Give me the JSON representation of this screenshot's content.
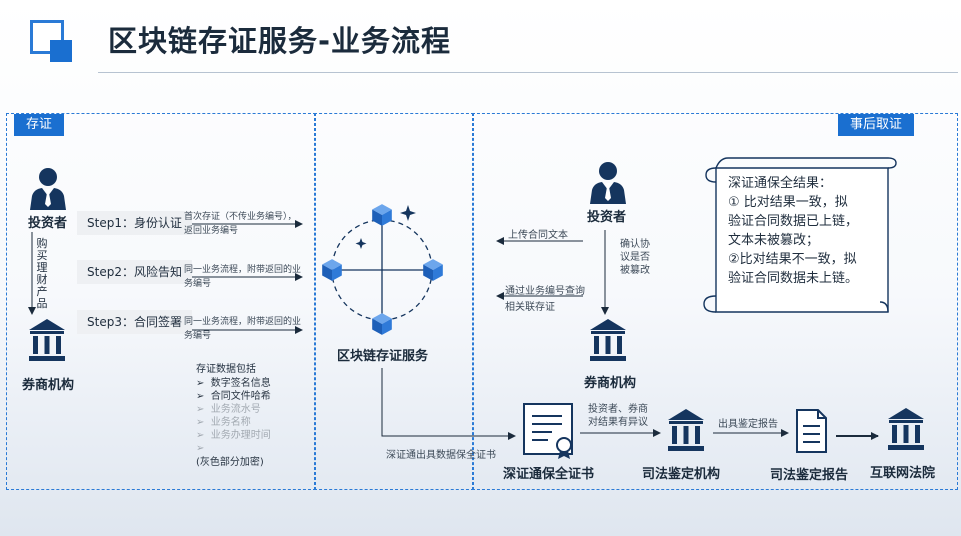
{
  "title": "区块链存证服务-业务流程",
  "sections": {
    "left": "存证",
    "right": "事后取证"
  },
  "left": {
    "investor": "投资者",
    "vertical_label": [
      "购",
      "买",
      "理",
      "财",
      "产",
      "品"
    ],
    "broker": "券商机构",
    "steps": [
      {
        "label": "Step1：身份认证",
        "desc": [
          "首次存证（不传业务编号），",
          "返回业务编号"
        ]
      },
      {
        "label": "Step2：风险告知",
        "desc": [
          "同一业务流程，附带返回的业",
          "务编号"
        ]
      },
      {
        "label": "Step3：合同签署",
        "desc": [
          "同一业务流程，附带返回的业",
          "务编号"
        ]
      }
    ],
    "data_list": {
      "heading": "存证数据包括",
      "items": [
        {
          "text": "数字签名信息",
          "gray": false
        },
        {
          "text": "合同文件哈希",
          "gray": false
        },
        {
          "text": "业务流水号",
          "gray": true
        },
        {
          "text": "业务名称",
          "gray": true
        },
        {
          "text": "业务办理时间",
          "gray": true
        },
        {
          "text": "",
          "gray": true
        }
      ],
      "note": "(灰色部分加密)"
    }
  },
  "center": {
    "service": "区块链存证服务",
    "bottom_label": "深证通出具数据保全证书"
  },
  "right": {
    "investor": "投资者",
    "broker": "券商机构",
    "upload": "上传合同文本",
    "query": [
      "通过业务编号查询",
      "相关联存证"
    ],
    "confirm": [
      "确认协",
      "议是否",
      "被篡改"
    ],
    "scroll": [
      "深证通保全结果：",
      "① 比对结果一致，拟",
      "验证合同数据已上链，",
      "文本未被篡改；",
      "②比对结果不一致，拟",
      "验证合同数据未上链。"
    ]
  },
  "bottom": {
    "certificate": "深证通保全证书",
    "dispute": [
      "投资者、券商",
      "对结果有异议"
    ],
    "judicial": "司法鉴定机构",
    "issue": "出具鉴定报告",
    "report": "司法鉴定报告",
    "court": "互联网法院"
  },
  "colors": {
    "accent": "#1a6fd0",
    "icon": "#15355e",
    "dash": "#2a7ad6"
  }
}
